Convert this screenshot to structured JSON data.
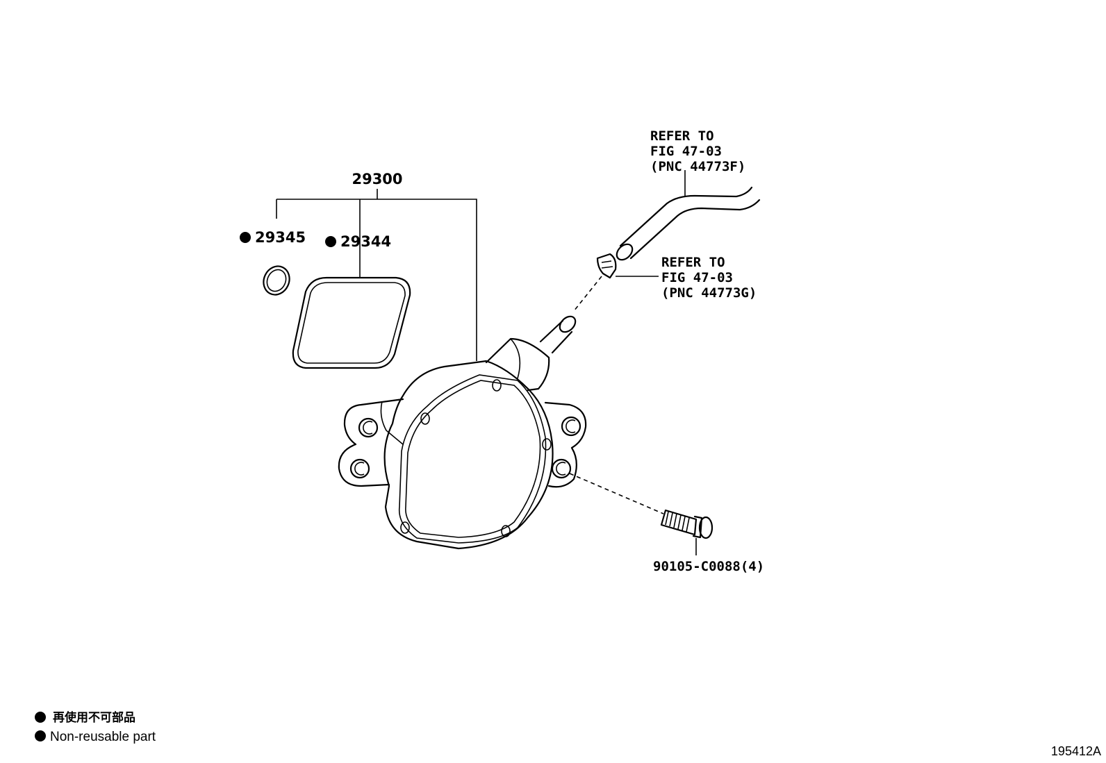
{
  "parts": {
    "assembly": "29300",
    "oring": "29345",
    "gasket": "29344",
    "bolt": "90105-C0088(4)"
  },
  "refs": {
    "hose": {
      "line1": "REFER TO",
      "line2": "FIG 47-03",
      "line3": "(PNC 44773F)"
    },
    "clip": {
      "line1": "REFER TO",
      "line2": "FIG 47-03",
      "line3": "(PNC 44773G)"
    }
  },
  "legend": {
    "japanese": "再使用不可部品",
    "english": "Non-reusable part"
  },
  "figure_code": "195412A",
  "colors": {
    "ink": "#000000",
    "background": "#ffffff"
  }
}
